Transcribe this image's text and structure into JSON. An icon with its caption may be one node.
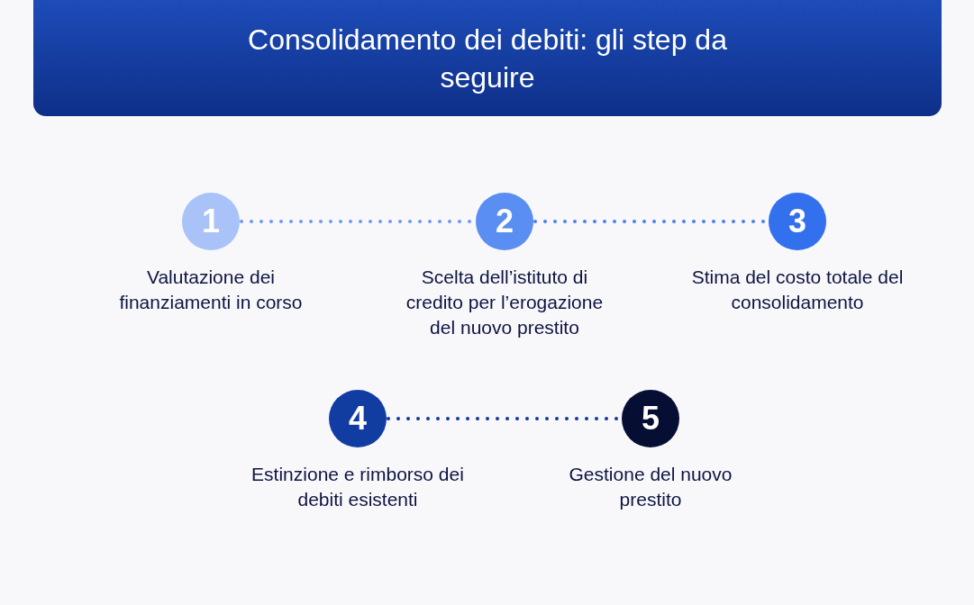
{
  "diagram": {
    "title": "Consolidamento dei debiti: gli step da seguire",
    "nodes": [
      {
        "text": [
          "1"
        ],
        "beside": [
          "Valutazione dei finanziamenti in corso"
        ]
      },
      {
        "text": [
          "2"
        ],
        "beside": [
          "Scelta dell’istituto di credito per l’erogazione del nuovo prestito"
        ]
      },
      {
        "text": [
          "3"
        ],
        "beside": [
          "Stima del costo totale del consolidamento"
        ]
      },
      {
        "text": [
          "4"
        ],
        "beside": [
          "Estinzione e rimborso dei debiti esistenti"
        ]
      },
      {
        "text": [
          "5"
        ],
        "beside": [
          "Gestione del nuovo prestito"
        ]
      }
    ],
    "edges": [
      {
        "from": 0,
        "to": 1,
        "arrow": "none",
        "color": "#6f98f1"
      },
      {
        "from": 1,
        "to": 2,
        "arrow": "none",
        "color": "#4a7ff0"
      },
      {
        "from": 3,
        "to": 4,
        "arrow": "none",
        "color": "#12379a"
      }
    ]
  }
}
